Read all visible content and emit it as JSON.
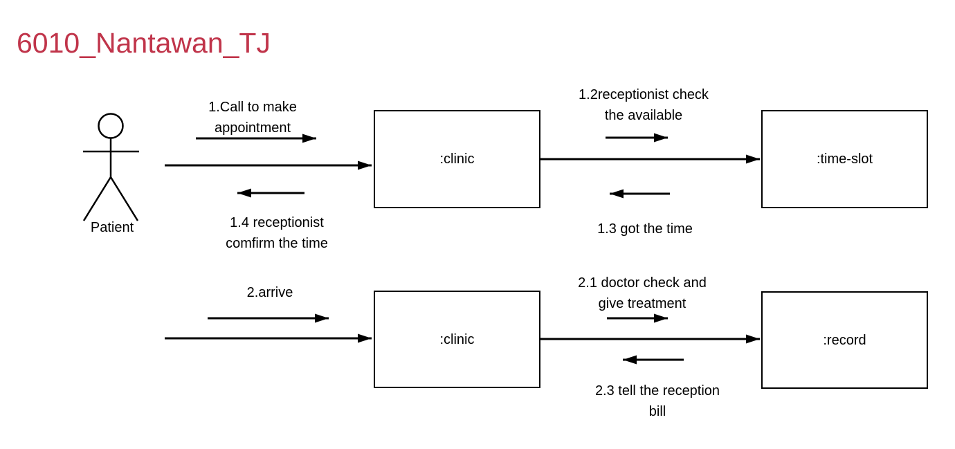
{
  "title": "6010_Nantawan_TJ",
  "colors": {
    "title": "#c0344a",
    "line": "#000000",
    "background": "#ffffff"
  },
  "diagram_type": "uml-communication-diagram",
  "actor": {
    "label": "Patient"
  },
  "objects": [
    {
      "label": ":clinic"
    },
    {
      "label": ":time-slot"
    },
    {
      "label": ":clinic"
    },
    {
      "label": ":record"
    }
  ],
  "messages": [
    {
      "label": "1.Call to make\nappointment",
      "direction": "right",
      "from": "Patient",
      "to": ":clinic"
    },
    {
      "label": "1.2receptionist check\nthe available",
      "direction": "right",
      "from": ":clinic",
      "to": ":time-slot"
    },
    {
      "label": "1.3 got the time",
      "direction": "left",
      "from": ":time-slot",
      "to": ":clinic"
    },
    {
      "label": "1.4 receptionist\ncomfirm the time",
      "direction": "left",
      "from": ":clinic",
      "to": "Patient"
    },
    {
      "label": "2.arrive",
      "direction": "right",
      "from": "Patient",
      "to": ":clinic"
    },
    {
      "label": "2.1 doctor check and\ngive treatment",
      "direction": "right",
      "from": ":clinic",
      "to": ":record"
    },
    {
      "label": "2.3 tell the reception\nbill",
      "direction": "left",
      "from": ":record",
      "to": ":clinic"
    }
  ]
}
